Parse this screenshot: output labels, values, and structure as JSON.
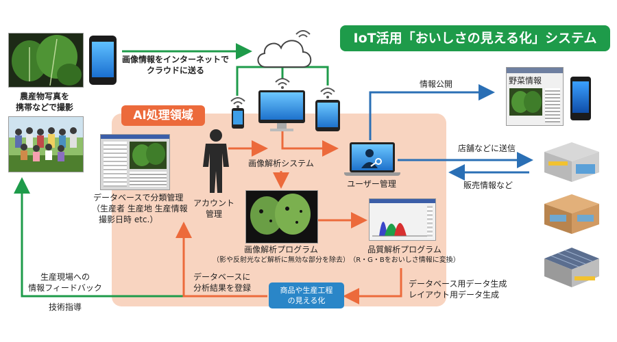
{
  "title": "IoT活用「おいしさの見える化」システム",
  "ai_region_label": "AI処理領域",
  "labels": {
    "photo_caption_1": "農産物写真を",
    "photo_caption_2": "携帯などで撮影",
    "cloud_send_1": "画像情報をインターネットで",
    "cloud_send_2": "クラウドに送る",
    "info_publish": "情報公開",
    "vegetable_info": "野菜情報",
    "send_to_store": "店舗などに送信",
    "sales_info": "販売情報など",
    "image_analysis_system": "画像解析システム",
    "user_management": "ユーザー管理",
    "account_management_1": "アカウント",
    "account_management_2": "管理",
    "db_classification_1": "データベースで分類管理",
    "db_classification_2": "（生産者 生産地 生産情報",
    "db_classification_3": "撮影日時 etc.）",
    "image_analysis_program": "画像解析プログラム",
    "image_analysis_note": "（影や反射光など解析に無効な部分を除去）",
    "quality_analysis_program": "品質解析プログラム",
    "quality_analysis_note": "（R・G・Bをおいしさ情報に変換）",
    "db_register_1": "データベースに",
    "db_register_2": "分析結果を登録",
    "visualize_1": "商品や生産工程",
    "visualize_2": "の見える化",
    "db_data_gen": "データベース用データ生成",
    "layout_data_gen": "レイアウト用データ生成",
    "feedback_1": "生産現場への",
    "feedback_2": "情報フィードバック",
    "tech_guidance": "技術指導"
  },
  "colors": {
    "green": "#1e9b4a",
    "orange": "#ec6a3b",
    "blue": "#2a6fb5",
    "ai_bg": "#f8d4c0"
  }
}
